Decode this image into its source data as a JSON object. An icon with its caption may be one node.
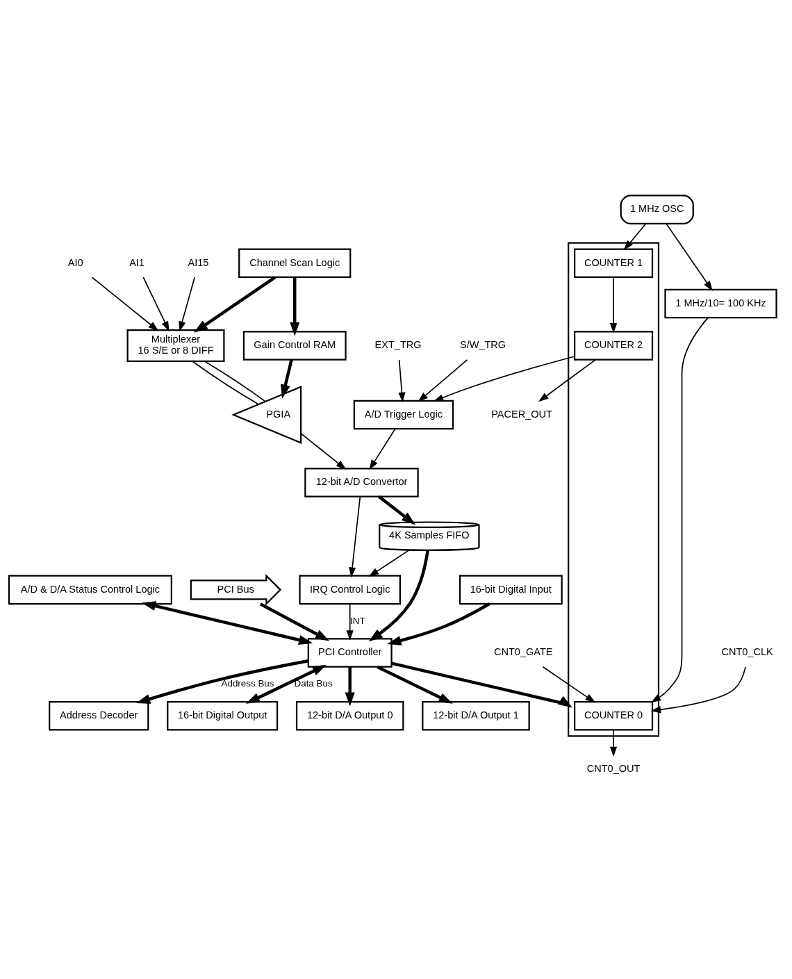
{
  "diagram": {
    "nodes": [
      {
        "text": [
          "PCI Bus"
        ]
      },
      {
        "text": [
          "PCI Controller"
        ]
      },
      {
        "text": [
          "Address Decoder"
        ]
      },
      {
        "text": [
          "16-bit Digital Output"
        ]
      },
      {
        "text": [
          "16-bit Digital Input"
        ]
      },
      {
        "text": [
          "A/D & D/A Status Control Logic"
        ]
      },
      {
        "text": [
          "12-bit D/A Output 0"
        ]
      },
      {
        "text": [
          "12-bit D/A Output 1"
        ]
      },
      {
        "text": [],
        "shape": "box"
      },
      {
        "text": [
          "COUNTER 0"
        ],
        "in": 8
      },
      {
        "text": [
          "COUNTER 1"
        ],
        "in": 8
      },
      {
        "text": [
          "COUNTER 2"
        ],
        "in": 8
      },
      {
        "text": [
          "4K Samples FIFO"
        ]
      },
      {
        "text": [
          "IRQ Control Logic"
        ]
      },
      {
        "text": [
          "1 MHz/10= 100 KHz"
        ]
      },
      {
        "text": [
          "1 MHz OSC"
        ]
      },
      {
        "text": [
          "12-bit A/D Convertor"
        ]
      },
      {
        "text": [
          "A/D Trigger Logic"
        ]
      },
      {
        "text": [
          "PGIA"
        ]
      },
      {
        "text": [
          "Multiplexer",
          "16 S/E or 8 DIFF"
        ]
      },
      {
        "text": [
          "Channel Scan Logic"
        ]
      },
      {
        "text": [
          "Gain Control RAM"
        ]
      },
      {
        "text": [
          "CNT0_CLK"
        ]
      },
      {
        "text": [
          "CNT0_OUT"
        ]
      },
      {
        "text": [
          "CNT0_GATE"
        ]
      },
      {
        "text": [
          "PACER_OUT"
        ]
      },
      {
        "text": [
          "EXT_TRG"
        ]
      },
      {
        "text": [
          "S/W_TRG"
        ]
      },
      {
        "text": [
          "AI0"
        ]
      },
      {
        "text": [
          "AI1"
        ]
      },
      {
        "text": [
          "AI15"
        ]
      }
    ],
    "edges": [
      {
        "from": 0,
        "to": 1,
        "arrow": "to",
        "style": "thick"
      },
      {
        "from": 1,
        "to": 2,
        "arrow": "to",
        "label": "Address Bus",
        "style": "thick"
      },
      {
        "from": 1,
        "to": 3,
        "arrow": "both",
        "label": "Data Bus",
        "style": "thick"
      },
      {
        "from": 4,
        "to": 1,
        "arrow": "to",
        "style": "thick"
      },
      {
        "from": 5,
        "to": 1,
        "arrow": "both",
        "style": "thick"
      },
      {
        "from": 1,
        "to": 6,
        "arrow": "to",
        "style": "thick"
      },
      {
        "from": 1,
        "to": 7,
        "arrow": "to",
        "style": "thick"
      },
      {
        "from": 1,
        "to": 8,
        "arrow": "to",
        "style": "thick"
      },
      {
        "from": 12,
        "to": 1,
        "arrow": "to",
        "style": "thick"
      },
      {
        "from": 13,
        "to": 1,
        "arrow": "to",
        "label": "INT"
      },
      {
        "from": 12,
        "to": 13,
        "arrow": "to"
      },
      {
        "from": 16,
        "to": 13,
        "arrow": "to"
      },
      {
        "from": 22,
        "to": 9,
        "arrow": "to"
      },
      {
        "from": 14,
        "to": 9,
        "arrow": "to"
      },
      {
        "from": 15,
        "to": 14,
        "arrow": "to"
      },
      {
        "from": 15,
        "to": 10,
        "arrow": "to"
      },
      {
        "from": 10,
        "to": 11,
        "arrow": "to"
      },
      {
        "from": 9,
        "to": 23,
        "arrow": "to"
      },
      {
        "from": 24,
        "to": 9,
        "arrow": "to"
      },
      {
        "from": 11,
        "to": 25,
        "arrow": "to"
      },
      {
        "from": 11,
        "to": 17,
        "arrow": "to"
      },
      {
        "from": 26,
        "to": 17,
        "arrow": "to"
      },
      {
        "from": 27,
        "to": 17,
        "arrow": "to"
      },
      {
        "from": 17,
        "to": 16,
        "arrow": "to"
      },
      {
        "from": 16,
        "to": 12,
        "arrow": "to",
        "style": "thick"
      },
      {
        "from": 18,
        "to": 16,
        "arrow": "to"
      },
      {
        "from": 19,
        "to": 18,
        "arrow": "none"
      },
      {
        "from": 19,
        "to": 18,
        "arrow": "none"
      },
      {
        "from": 21,
        "to": 18,
        "arrow": "to",
        "style": "thick"
      },
      {
        "from": 20,
        "to": 21,
        "arrow": "to",
        "style": "thick"
      },
      {
        "from": 20,
        "to": 19,
        "arrow": "to",
        "style": "thick"
      },
      {
        "from": 28,
        "to": 19,
        "arrow": "to"
      },
      {
        "from": 29,
        "to": 19,
        "arrow": "to"
      },
      {
        "from": 30,
        "to": 19,
        "arrow": "to"
      }
    ]
  }
}
